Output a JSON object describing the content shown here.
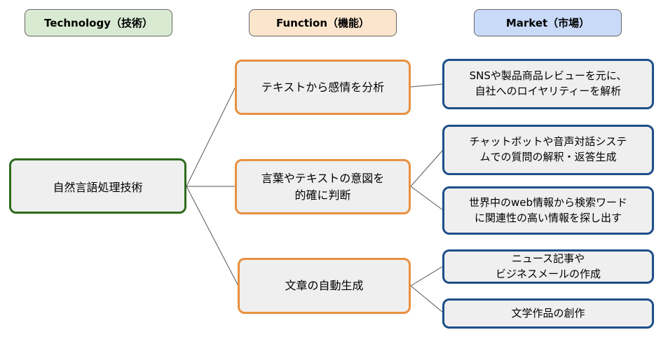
{
  "headers": {
    "technology": "Technology（技術）",
    "function": "Function（機能）",
    "market": "Market（市場）"
  },
  "colors": {
    "technology_header_bg": "#d9ead3",
    "function_header_bg": "#fce5cd",
    "market_header_bg": "#c9daf8",
    "technology_border": "#2e6b1e",
    "function_border": "#e8903f",
    "market_border": "#1f4e8a",
    "node_fill": "#efefef",
    "connector": "#555555"
  },
  "technology": {
    "label": "自然言語処理技術"
  },
  "functions": [
    {
      "label": "テキストから感情を分析"
    },
    {
      "label": "言葉やテキストの意図を\n的確に判断"
    },
    {
      "label": "文章の自動生成"
    }
  ],
  "markets": [
    {
      "label": "SNSや製品商品レビューを元に、\n自社へのロイヤリティーを解析"
    },
    {
      "label": "チャットボットや音声対話システ\nムでの質問の解釈・返答生成"
    },
    {
      "label": "世界中のweb情報から検索ワード\nに関連性の高い情報を探し出す"
    },
    {
      "label": "ニュース記事や\nビジネスメールの作成"
    },
    {
      "label": "文学作品の創作"
    }
  ]
}
